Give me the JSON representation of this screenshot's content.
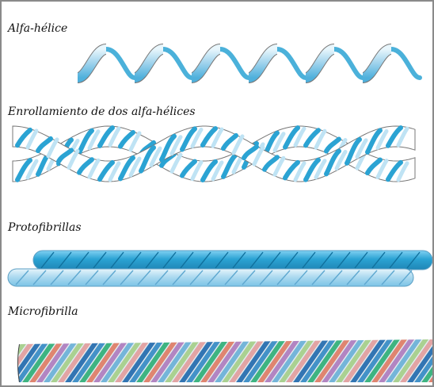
{
  "labels": {
    "alfa_helice": "Alfa-hélice",
    "enrollamiento": "Enrollamiento de dos alfa-hélices",
    "protofibrillas": "Protofibrillas",
    "microfibrilla": "Microfibrilla"
  },
  "colors": {
    "helix_light": "#bfe3f4",
    "helix_mid": "#7cc3e6",
    "helix_dark": "#2ba3d3",
    "outline": "#777777",
    "micro_strands": [
      "#3b8ec7",
      "#36b27c",
      "#e0806a",
      "#b080c0",
      "#6fb3d8",
      "#a8d08d",
      "#e3a1a1",
      "#2a6fb0"
    ]
  },
  "icons": {
    "alfa_helice": "single-helix-ribbon-illustration",
    "enrollamiento": "coiled-coil-illustration",
    "protofibrillas": "protofibril-ropes-illustration",
    "microfibrilla": "microfibril-bundle-illustration"
  }
}
